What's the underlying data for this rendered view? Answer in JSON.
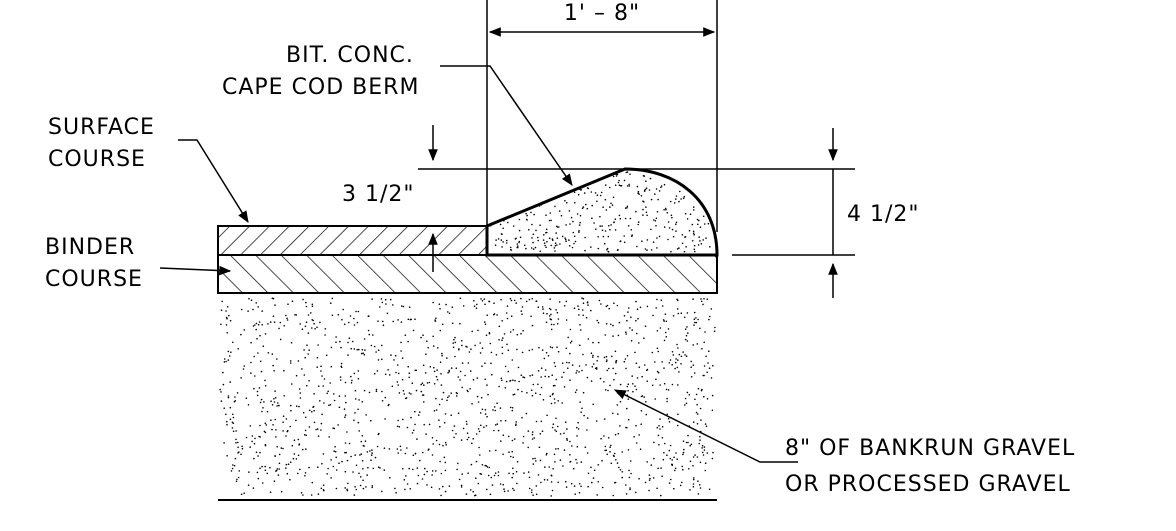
{
  "labels": {
    "top_dimension": "1' – 8\"",
    "berm_line1": "BIT. CONC.",
    "berm_line2": "CAPE COD BERM",
    "surface_line1": "SURFACE",
    "surface_line2": "COURSE",
    "binder_line1": "BINDER",
    "binder_line2": "COURSE",
    "dim_surface": "3 1/2\"",
    "dim_berm": "4 1/2\"",
    "gravel_line1": "8\" OF BANKRUN GRAVEL",
    "gravel_line2": "OR PROCESSED GRAVEL"
  },
  "colors": {
    "ink": "#000000",
    "paper": "#ffffff"
  }
}
